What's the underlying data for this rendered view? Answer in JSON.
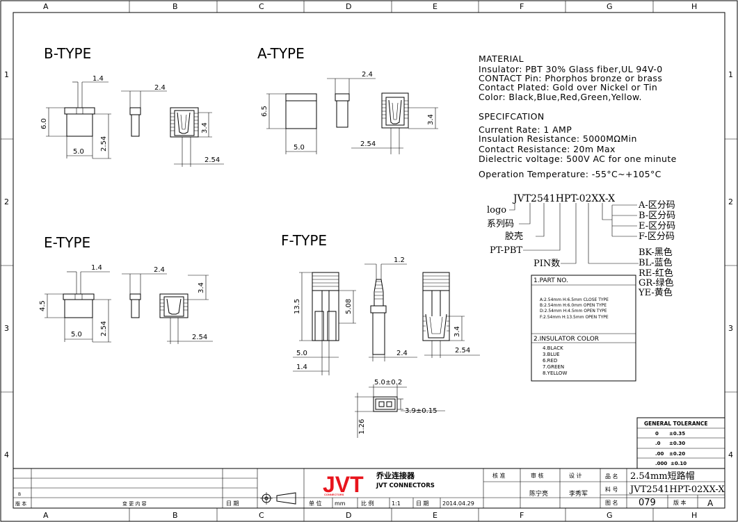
{
  "border": {
    "cols": [
      "A",
      "B",
      "C",
      "D",
      "E",
      "F",
      "G",
      "H"
    ],
    "rows": [
      "1",
      "2",
      "3",
      "4"
    ]
  },
  "types": {
    "b": {
      "title": "B-TYPE",
      "d1": "1.4",
      "d2": "2.4",
      "d3": "6.0",
      "d4": "2.54",
      "d5": "5.0",
      "d6": "3.4",
      "d7": "2.54"
    },
    "a": {
      "title": "A-TYPE",
      "d1": "2.4",
      "d2": "6.5",
      "d3": "5.0",
      "d4": "2.54",
      "d5": "3.4"
    },
    "e": {
      "title": "E-TYPE",
      "d1": "1.4",
      "d2": "2.4",
      "d3": "4.5",
      "d4": "2.54",
      "d5": "5.0",
      "d6": "3.4",
      "d7": "2.54"
    },
    "f": {
      "title": "F-TYPE",
      "d1": "1.2",
      "d2": "13.5",
      "d3": "5.08",
      "d4": "5.0",
      "d5": "1.4",
      "d6": "2.4",
      "d7": "3.4",
      "d8": "2.54"
    },
    "footprint": {
      "d1": "5.0±0.2",
      "d2": "3.9±0.15",
      "d3": "1.26"
    }
  },
  "material": {
    "heading": "MATERIAL",
    "lines": [
      "Insulator: PBT 30% Glass fiber,UL 94V-0",
      "CONTACT Pin: Phorphos bronze or brass",
      "Contact Plated: Gold over Nickel or Tin",
      "Color: Black,Blue,Red,Green,Yellow."
    ]
  },
  "spec": {
    "heading": "SPECIFCATION",
    "lines": [
      "Current Rate: 1 AMP",
      "Insulation Resistance: 5000MΩMin",
      "Contact Resistance: 20m   Max",
      "Dielectric voltage: 500V AC for one minute",
      "Operation Temperature: -55°C~+105°C"
    ]
  },
  "partcode": {
    "code": "JVT2541HPT-02XX-X",
    "left_labels": [
      "logo",
      "系列码",
      "胶壳",
      "PT-PBT",
      "PIN数"
    ],
    "right_labels": [
      "A-区分码",
      "B-区分码",
      "E-区分码",
      "F-区分码"
    ],
    "color_labels": [
      "BK-黑色",
      "BL-蓝色",
      "RE-红色",
      "GR-绿色",
      "YE-黄色"
    ]
  },
  "part_no": {
    "heading": "1.PART NO.",
    "lines": [
      "A:2.54mm H:6.5mm CLOSE TYPE",
      "B:2.54mm H:6.0mm OPEN TYPE",
      "D:2.54mm H:4.5mm OPEN TYPE",
      "F:2.54mm H:13.5mm OPEN TYPE"
    ]
  },
  "insulator_color": {
    "heading": "2.INSULATOR COLOR",
    "lines": [
      "4.BLACK",
      "3.BLUE",
      "6.RED",
      "7.GREEN",
      "8.YELLOW"
    ]
  },
  "tolerance": {
    "heading": "GENERAL TOLERANCE",
    "rows": [
      [
        "0",
        "±0.35"
      ],
      [
        ".0",
        "±0.30"
      ],
      [
        ".00",
        "±0.20"
      ],
      [
        ".000",
        "±0.10"
      ]
    ]
  },
  "title_block": {
    "logo": "JVT",
    "company_cn": "乔业连接器",
    "company_en": "JVT CONNECTORS",
    "logo_sub": "CONNECTORS",
    "revision_label": "版 本",
    "change_label": "变 更 内 容",
    "date_label": "日 期",
    "rev_letter": "B",
    "unit_label": "单 位",
    "unit_value": "mm",
    "scale_label": "比 例",
    "scale_value": "1:1",
    "date2_label": "日 期",
    "date_value": "2014.04.29",
    "approve_label": "核 准",
    "review_label": "审 核",
    "design_label": "设 计",
    "reviewer": "陈宁亮",
    "designer": "李秀军",
    "name_label": "品 名",
    "name_value": "2.54mm短路帽",
    "material_label": "料 号",
    "material_value": "JVT2541HPT-02XX-X",
    "drawing_label": "图 名",
    "drawing_value": "079",
    "version_label": "版 本",
    "version_value": "A"
  }
}
